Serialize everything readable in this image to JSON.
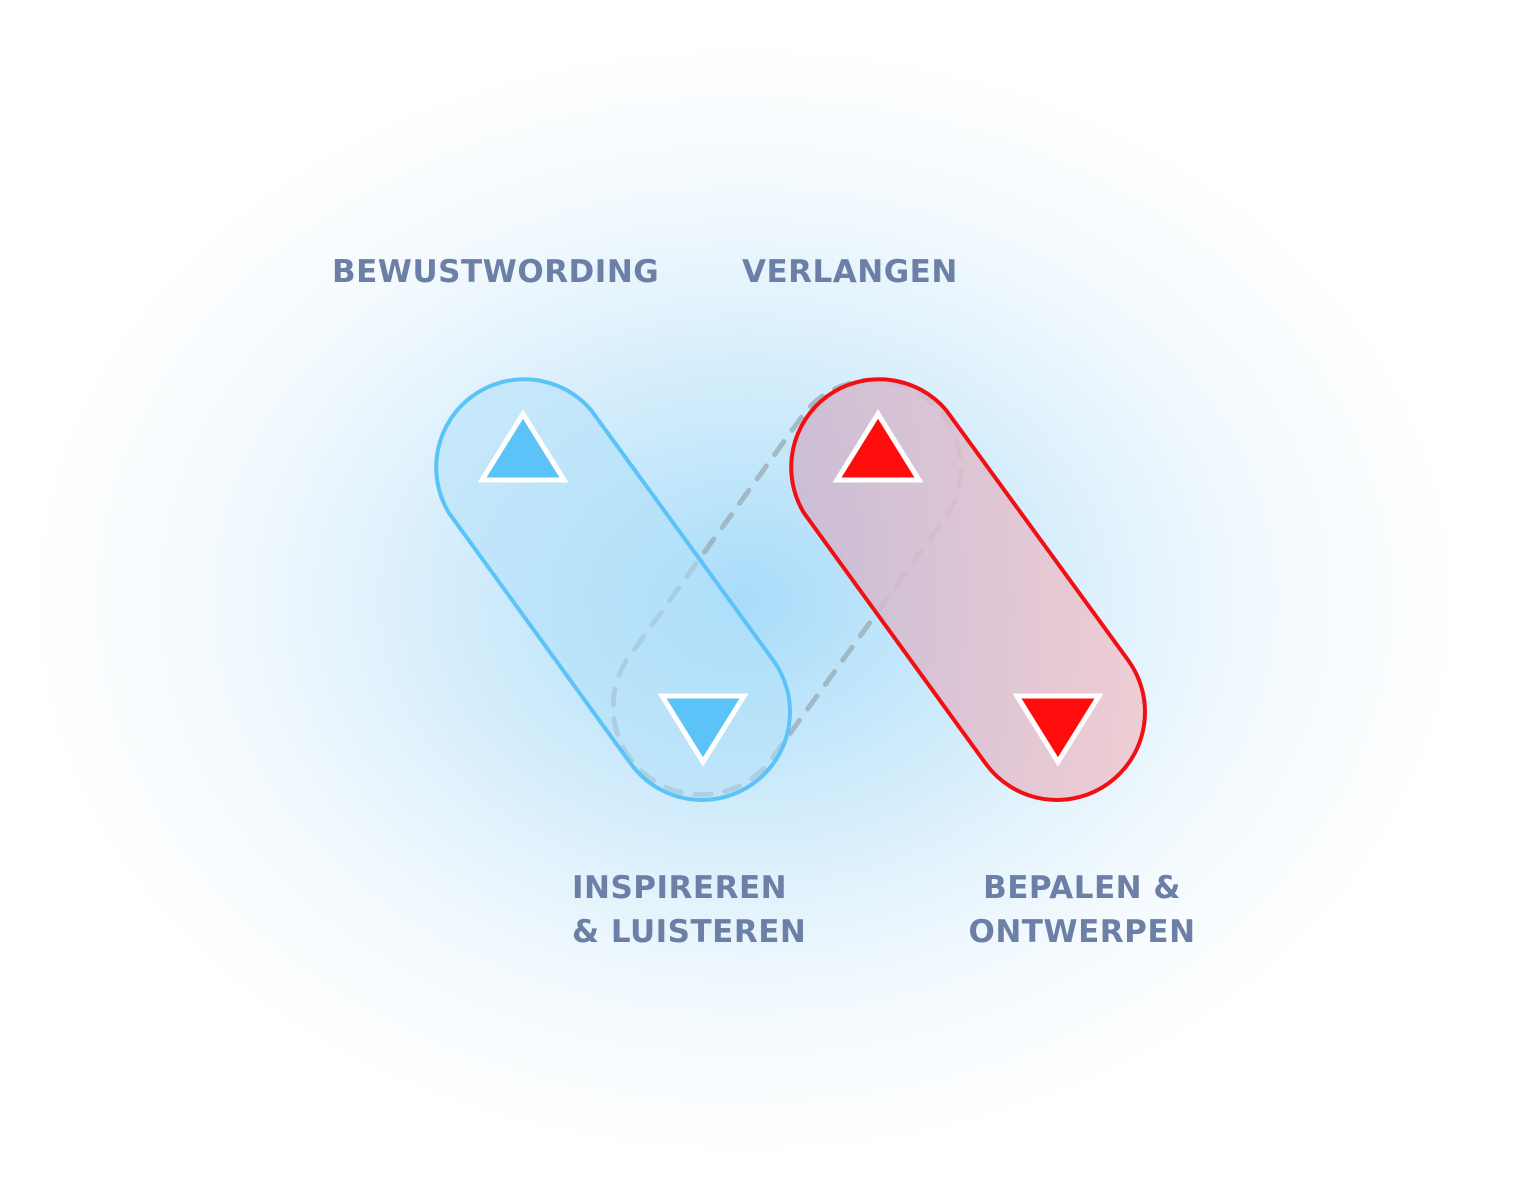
{
  "diagram": {
    "labels": {
      "bewustwording": "BEWUSTWORDING",
      "verlangen": "VERLANGEN",
      "inspireren_line1": "INSPIREREN",
      "inspireren_line2": "& LUISTEREN",
      "bepalen_line1": "BEPALEN &",
      "bepalen_line2": "ONTWERPEN"
    },
    "colors": {
      "blue_stroke": "#5bc3f8",
      "blue_fill": "#5bc3f8",
      "red_stroke": "#f20f14",
      "red_fill": "#ff0d0d",
      "dashed_stroke": "#9aa9b3",
      "label": "#6c7fa6"
    },
    "pills": [
      {
        "name": "blue",
        "direction_top": "up",
        "direction_bottom": "down"
      },
      {
        "name": "red",
        "direction_top": "up",
        "direction_bottom": "down"
      }
    ]
  }
}
